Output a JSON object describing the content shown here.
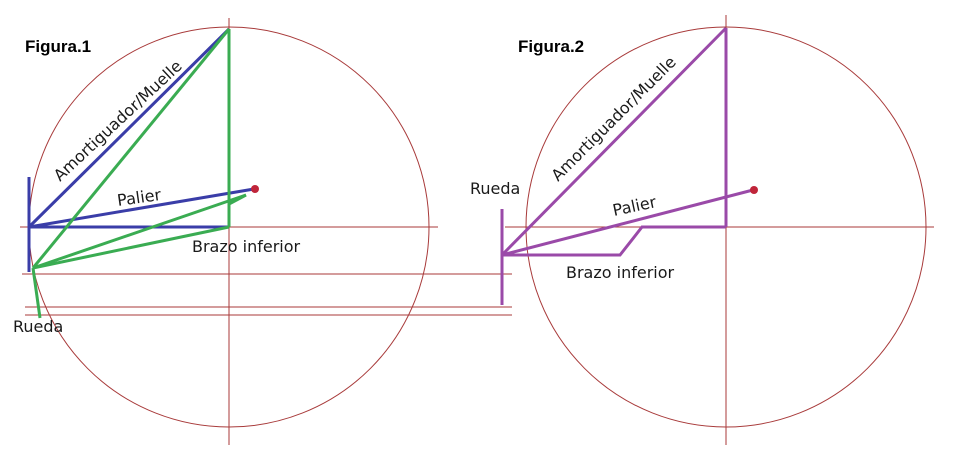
{
  "colors": {
    "guide": "#a83a3a",
    "figure1_original": "#3a3da8",
    "figure1_modified": "#3aac52",
    "figure2": "#9a4aa8",
    "pivot": "#c0253a"
  },
  "figure1": {
    "title": "Figura.1",
    "labels": {
      "shock": "Amortiguador/Muelle",
      "axle": "Palier",
      "lower_arm": "Brazo inferior",
      "wheel": "Rueda"
    }
  },
  "figure2": {
    "title": "Figura.2",
    "labels": {
      "shock": "Amortiguador/Muelle",
      "axle": "Palier",
      "lower_arm": "Brazo inferior",
      "wheel": "Rueda"
    }
  }
}
